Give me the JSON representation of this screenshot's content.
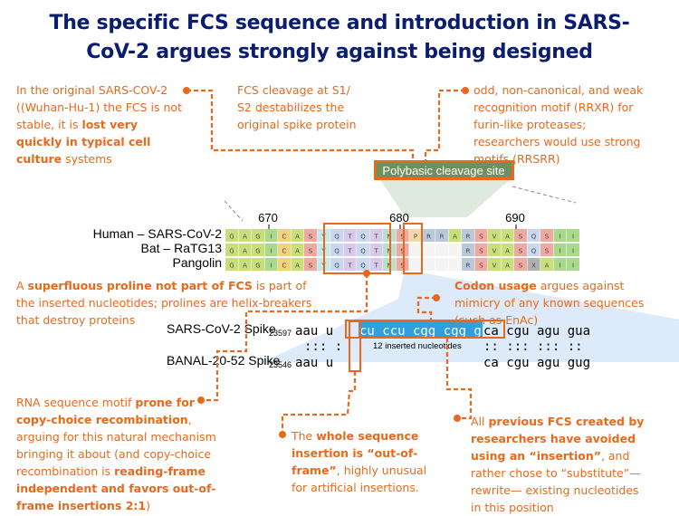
{
  "title": {
    "line1": "The specific FCS sequence and introduction in SARS-",
    "line2": "CoV-2 argues strongly against being designed"
  },
  "notes": {
    "top_left": [
      {
        "t": "In the original SARS-COV-2 ((Wuhan-Hu-1) the FCS is not stable, it is ",
        "b": false
      },
      {
        "t": "lost very quickly in typical cell culture",
        "b": true
      },
      {
        "t": " systems",
        "b": false
      }
    ],
    "top_center": [
      {
        "t": "FCS cleavage at S1/ S2 destabilizes the original spike protein",
        "b": false
      }
    ],
    "top_right": [
      {
        "t": "odd, non-canonical, and weak recognition motif (RRXR) for furin-like proteases; researchers would use strong motifs (RRSRR)",
        "b": false
      }
    ],
    "mid_left": [
      {
        "t": "A ",
        "b": false
      },
      {
        "t": "superfluous proline not part of FCS",
        "b": true
      },
      {
        "t": " is part of the inserted nucleotides; prolines are helix-breakers that destroy proteins",
        "b": false
      }
    ],
    "mid_right": [
      {
        "t": "Codon usage",
        "b": true
      },
      {
        "t": " argues against mimicry of any known sequences (such as EnAc)",
        "b": false
      }
    ],
    "bottom_left": [
      {
        "t": "RNA sequence motif ",
        "b": false
      },
      {
        "t": "prone for copy-choice recombination",
        "b": true
      },
      {
        "t": ", arguing for this natural mechanism bringing it about (and copy-choice recombination is ",
        "b": false
      },
      {
        "t": "reading-frame independent and favors out-of-frame insertions 2:1",
        "b": true
      },
      {
        "t": ")",
        "b": false
      }
    ],
    "bottom_center": [
      {
        "t": "The ",
        "b": false
      },
      {
        "t": "whole sequence insertion is “out-of-frame”",
        "b": true
      },
      {
        "t": ", highly unusual for artificial insertions.",
        "b": false
      }
    ],
    "bottom_right": [
      {
        "t": "All ",
        "b": false
      },
      {
        "t": "previous FCS created by researchers have avoided using an “insertion”",
        "b": true
      },
      {
        "t": ", and rather chose to “substitute”—rewrite— existing nucleotides in this position",
        "b": false
      }
    ]
  },
  "alignment": {
    "badge": "Polybasic cleavage site",
    "positions": [
      "670",
      "680",
      "690"
    ],
    "rows": [
      {
        "label": "Human – SARS-CoV-2",
        "residues": [
          "G",
          "A",
          "G",
          "I",
          "C",
          "A",
          "S",
          "Y",
          "Q",
          "T",
          "Q",
          "T",
          "N",
          "S",
          "P",
          "R",
          "R",
          "A",
          "R",
          "S",
          "V",
          "A",
          "S",
          "Q",
          "S",
          "I",
          "I"
        ]
      },
      {
        "label": "Bat – RaTG13",
        "residues": [
          "G",
          "A",
          "G",
          "I",
          "C",
          "A",
          "S",
          "Y",
          "Q",
          "T",
          "Q",
          "T",
          "N",
          "S",
          "",
          "",
          "",
          "",
          "R",
          "S",
          "V",
          "A",
          "S",
          "Q",
          "S",
          "I",
          "I"
        ]
      },
      {
        "label": "Pangolin",
        "residues": [
          "G",
          "A",
          "G",
          "I",
          "C",
          "A",
          "S",
          "Y",
          "Q",
          "T",
          "Q",
          "T",
          "N",
          "S",
          "",
          "",
          "",
          "",
          "R",
          "S",
          "V",
          "A",
          "S",
          "X",
          "A",
          "I",
          "I"
        ]
      }
    ]
  },
  "nucleotides": {
    "row1_label": "SARS-CoV-2 Spike",
    "row1_pos": "23597",
    "row1_pre": "aau u",
    "row1_ins": "cu ccu cgg cgg g",
    "row1_post": "ca cgu agu gua",
    "match_line": "::: :              :: ::: ::: ::",
    "inserted_label": "12 inserted nucleotides",
    "row2_label": "BANAL-20-52 Spike",
    "row2_pos": "23546",
    "row2_pre": "aau u",
    "row2_post": "ca cgu agu gug"
  },
  "colors": {
    "title": "#0a1d6e",
    "accent": "#e8691c",
    "badge_bg": "#6f8f5f",
    "insert_bg": "#2f9fe0"
  }
}
